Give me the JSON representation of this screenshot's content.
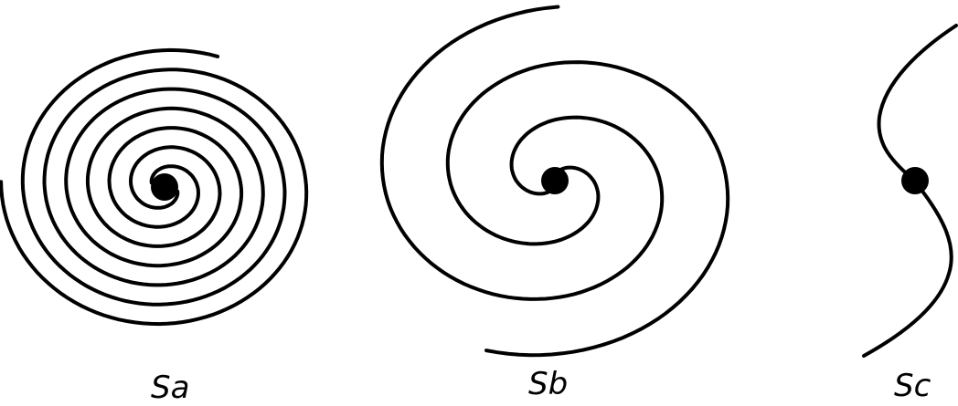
{
  "panels": [
    {
      "label": "Sa"
    },
    {
      "label": "Sb"
    },
    {
      "label": "Sc"
    }
  ],
  "colors": {
    "stroke": "#000000",
    "background": "#ffffff"
  }
}
